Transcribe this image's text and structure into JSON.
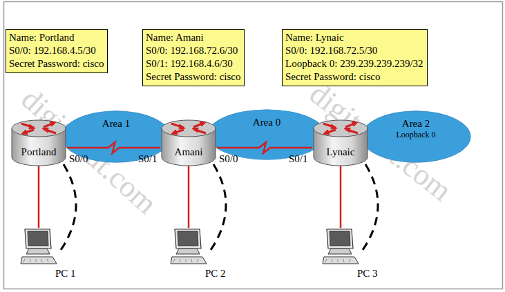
{
  "diagram": {
    "nodes": [
      {
        "text": [
          "Name: Portland",
          "S0/0: 192.168.4.5/30",
          "Secret Password: cisco"
        ]
      },
      {
        "text": [
          "Name: Amani",
          "S0/0: 192.168.72.6/30",
          "S0/1: 192.168.4.6/30",
          "Secret Password: cisco"
        ]
      },
      {
        "text": [
          "Name: Lynaic",
          "S0/0: 192.168.72.5/30",
          "Loopback 0: 239.239.239.239/32",
          "Secret Password: cisco"
        ]
      },
      {
        "text": [
          "Area 1"
        ]
      },
      {
        "text": [
          "Area 0"
        ]
      },
      {
        "text": [
          "Area 2",
          "Loopback 0"
        ]
      },
      {
        "text": [
          "Portland"
        ]
      },
      {
        "text": [
          "Amani"
        ]
      },
      {
        "text": [
          "Lynaic"
        ]
      },
      {
        "text": [
          "PC 1"
        ]
      },
      {
        "text": [
          "PC 2"
        ]
      },
      {
        "text": [
          "PC 3"
        ]
      }
    ],
    "edges": [
      {
        "from": 6,
        "to": 7,
        "arrow": "none"
      },
      {
        "from": 7,
        "to": 8,
        "arrow": "none"
      },
      {
        "from": 6,
        "to": 9,
        "arrow": "none"
      },
      {
        "from": 7,
        "to": 10,
        "arrow": "none"
      },
      {
        "from": 8,
        "to": 11,
        "arrow": "none"
      }
    ],
    "labels": [
      "S0/0",
      "S0/1",
      "S0/0",
      "S0/1",
      "digitaltut.com",
      "digitaltut.com"
    ]
  }
}
